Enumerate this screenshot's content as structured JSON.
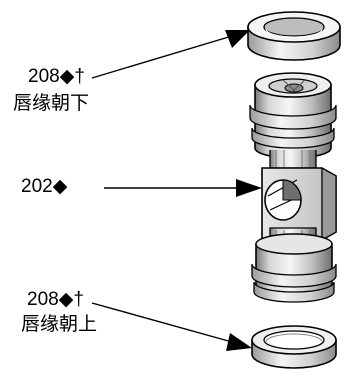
{
  "callouts": {
    "top_seal": {
      "number": "208◆†",
      "note": "唇缘朝下"
    },
    "cylinder": {
      "number": "202◆"
    },
    "bottom_seal": {
      "number": "208◆†",
      "note": "唇缘朝上"
    }
  },
  "colors": {
    "ink": "#000000",
    "part_light": "#f2f2f2",
    "part_mid": "#c9c9c9",
    "part_dark": "#8c8c8c",
    "part_shadow": "#5a5a5a"
  }
}
